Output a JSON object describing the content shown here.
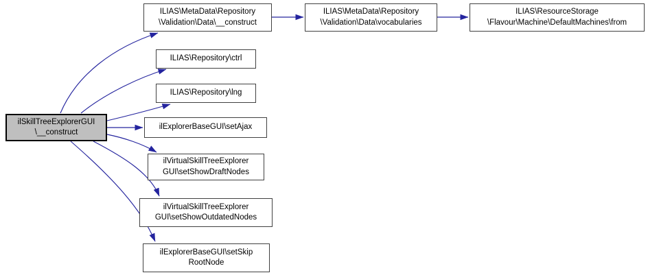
{
  "diagram": {
    "type": "call-graph",
    "colors": {
      "edge": "#24249E",
      "node_border": "#404040",
      "node_fill": "#FFFFFF",
      "highlight_fill": "#BFBFBF",
      "text": "#000000",
      "background": "#FFFFFF"
    },
    "nodes": [
      {
        "id": "main",
        "label": "ilSkillTreeExplorerGUI\n\\__construct",
        "highlighted": true
      },
      {
        "id": "md-data-construct",
        "label": "ILIAS\\MetaData\\Repository\n\\Validation\\Data\\__construct"
      },
      {
        "id": "md-data-vocabularies",
        "label": "ILIAS\\MetaData\\Repository\n\\Validation\\Data\\vocabularies"
      },
      {
        "id": "rs-defaultmachines-from",
        "label": "ILIAS\\ResourceStorage\n\\Flavour\\Machine\\DefaultMachines\\from"
      },
      {
        "id": "repository-ctrl",
        "label": "ILIAS\\Repository\\ctrl"
      },
      {
        "id": "repository-lng",
        "label": "ILIAS\\Repository\\lng"
      },
      {
        "id": "set-ajax",
        "label": "ilExplorerBaseGUI\\setAjax"
      },
      {
        "id": "set-show-draft-nodes",
        "label": "ilVirtualSkillTreeExplorer\nGUI\\setShowDraftNodes"
      },
      {
        "id": "set-show-outdated-nodes",
        "label": "ilVirtualSkillTreeExplorer\nGUI\\setShowOutdatedNodes"
      },
      {
        "id": "set-skip-root-node",
        "label": "ilExplorerBaseGUI\\setSkip\nRootNode"
      }
    ],
    "edges": [
      {
        "from": "main",
        "to": "md-data-construct"
      },
      {
        "from": "main",
        "to": "repository-ctrl"
      },
      {
        "from": "main",
        "to": "repository-lng"
      },
      {
        "from": "main",
        "to": "set-ajax"
      },
      {
        "from": "main",
        "to": "set-show-draft-nodes"
      },
      {
        "from": "main",
        "to": "set-show-outdated-nodes"
      },
      {
        "from": "main",
        "to": "set-skip-root-node"
      },
      {
        "from": "md-data-construct",
        "to": "md-data-vocabularies"
      },
      {
        "from": "md-data-vocabularies",
        "to": "rs-defaultmachines-from"
      }
    ]
  }
}
